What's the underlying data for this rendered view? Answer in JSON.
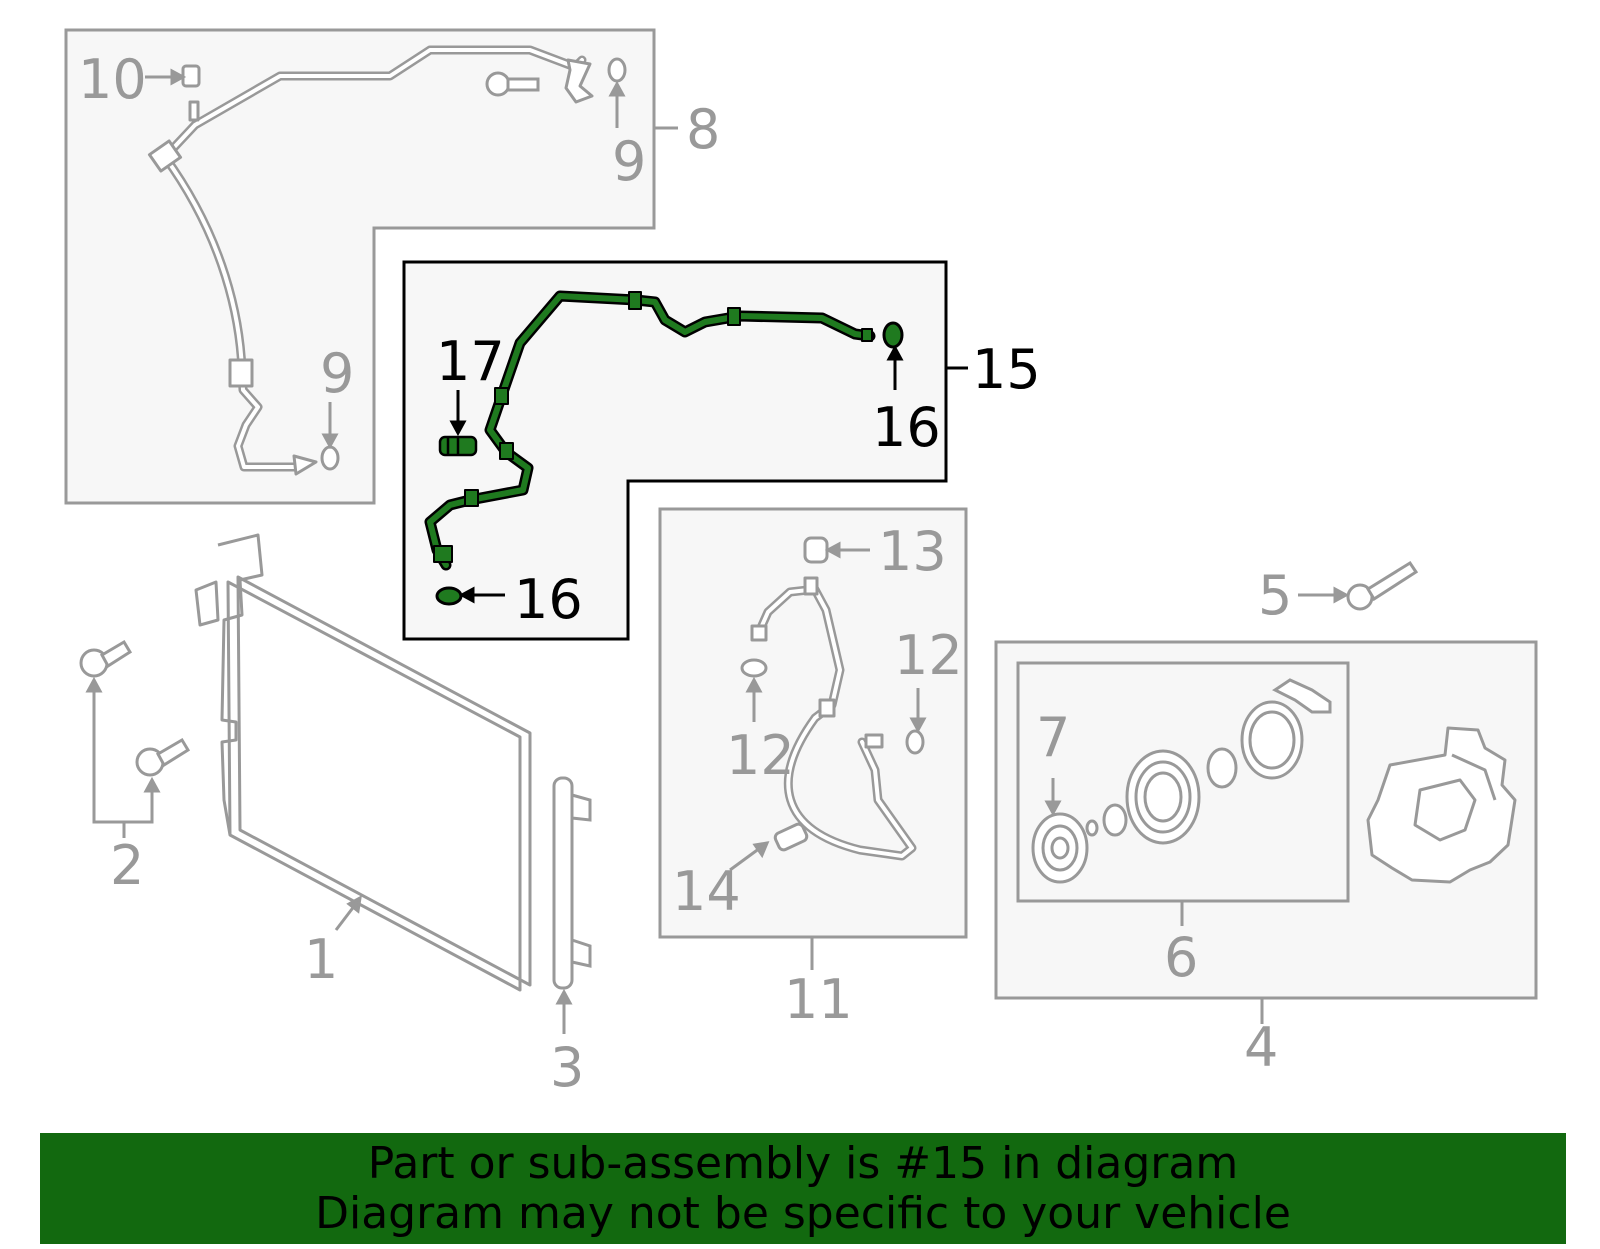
{
  "colors": {
    "dim": "#999999",
    "active": "#000000",
    "highlight": "#1f7a1f",
    "banner": "#12690f",
    "panel_fill": "#f7f7f7"
  },
  "callouts": {
    "c1": "1",
    "c2": "2",
    "c3": "3",
    "c4": "4",
    "c5": "5",
    "c6": "6",
    "c7": "7",
    "c8": "8",
    "c9a": "9",
    "c9b": "9",
    "c10": "10",
    "c11": "11",
    "c12a": "12",
    "c12b": "12",
    "c13": "13",
    "c14": "14",
    "c15": "15",
    "c16a": "16",
    "c16b": "16",
    "c17": "17"
  },
  "banner": {
    "line1": "Part or sub-assembly is #15 in diagram",
    "line2": "Diagram may not be specific to your vehicle"
  }
}
